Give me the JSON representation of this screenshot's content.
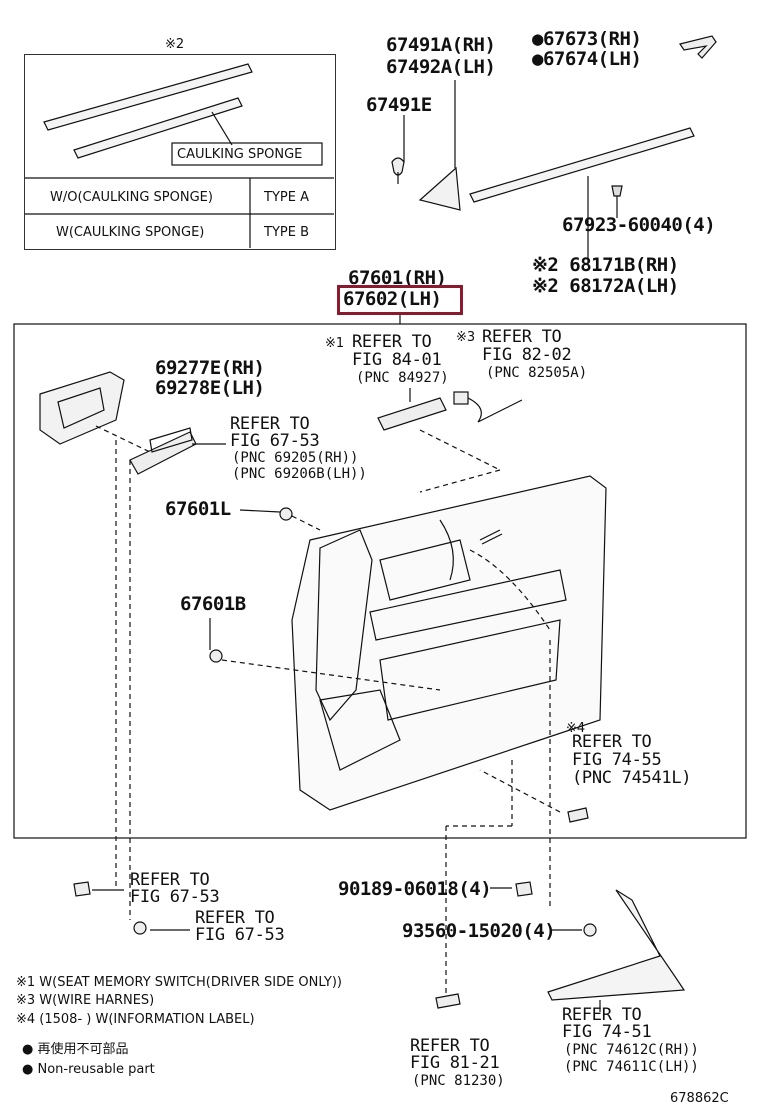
{
  "inset": {
    "mark": "※2",
    "sponge_label": "CAULKING SPONGE",
    "rows": [
      {
        "condition": "W/O(CAULKING SPONGE)",
        "type": "TYPE A"
      },
      {
        "condition": "W(CAULKING SPONGE)",
        "type": "TYPE B"
      }
    ]
  },
  "parts": {
    "p67491A": "67491A(RH)",
    "p67492A": "67492A(LH)",
    "p67491E": "67491E",
    "p67673": "●67673(RH)",
    "p67674": "●67674(LH)",
    "p67923": "67923-60040(4)",
    "p68171B": "※2 68171B(RH)",
    "p68172A": "※2 68172A(LH)",
    "p67601": "67601(RH)",
    "p67602": "67602(LH)",
    "p69277E": "69277E(RH)",
    "p69278E": "69278E(LH)",
    "p67601L": "67601L",
    "p67601B": "67601B",
    "p90189": "90189-06018(4)",
    "p93560": "93560-15020(4)"
  },
  "refs": {
    "r1_mark": "※1",
    "r1_l1": "REFER TO",
    "r1_l2": "FIG 84-01",
    "r1_l3": "(PNC 84927)",
    "r3_mark": "※3",
    "r3_l1": "REFER TO",
    "r3_l2": "FIG 82-02",
    "r3_l3": "(PNC 82505A)",
    "rh_l1": "REFER TO",
    "rh_l2": "FIG 67-53",
    "rh_l3": "(PNC 69205(RH))",
    "rh_l4": "(PNC 69206B(LH))",
    "r4_mark": "※4",
    "r4_l1": "REFER TO",
    "r4_l2": "FIG 74-55",
    "r4_l3": "(PNC 74541L)",
    "rc1_l1": "REFER TO",
    "rc1_l2": "FIG 67-53",
    "rc2_l1": "REFER TO",
    "rc2_l2": "FIG 67-53",
    "r81_l1": "REFER TO",
    "r81_l2": "FIG 81-21",
    "r81_l3": "(PNC 81230)",
    "r74_l1": "REFER TO",
    "r74_l2": "FIG 74-51",
    "r74_l3": "(PNC 74612C(RH))",
    "r74_l4": "(PNC 74611C(LH))"
  },
  "notes": {
    "n1": "※1 W(SEAT MEMORY SWITCH(DRIVER SIDE ONLY))",
    "n3": "※3 W(WIRE HARNES)",
    "n4": "※4 (1508-      ) W(INFORMATION LABEL)",
    "legend_jp": "● 再使用不可部品",
    "legend_en": "● Non-reusable part"
  },
  "figure_id": "678862C",
  "highlight_color": "#8b1a2e"
}
